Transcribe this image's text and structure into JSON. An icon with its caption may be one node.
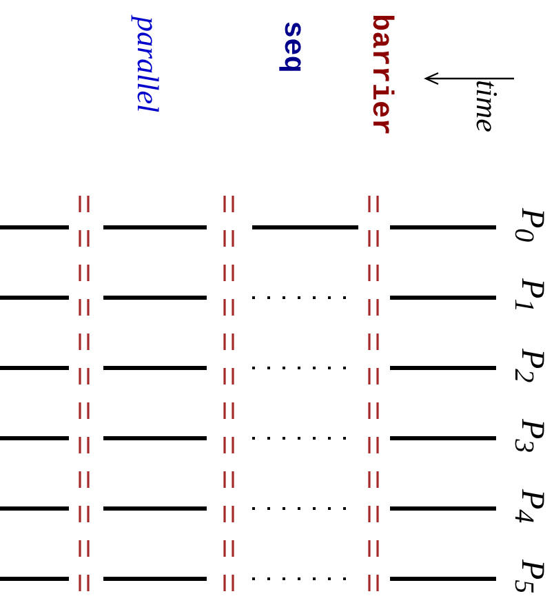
{
  "diagram": {
    "labels": [
      "time",
      "barrier",
      "seq",
      "parallel",
      "P$_{0}$",
      "P$_{1}$",
      "P$_{2}$",
      "P$_{3}$",
      "P$_{4}$",
      "P$_{5}$"
    ]
  }
}
